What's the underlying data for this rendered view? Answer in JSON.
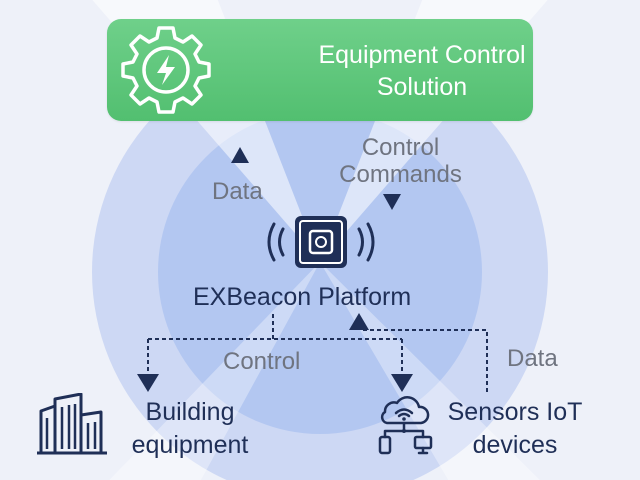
{
  "banner": {
    "title": "Equipment Control Solution",
    "icon": "gear-lightning-icon"
  },
  "labels": {
    "data_up": "Data",
    "control_commands": "Control Commands",
    "platform": "EXBeacon Platform",
    "control": "Control",
    "data_right": "Data"
  },
  "nodes": {
    "building": "Building equipment",
    "sensors": "Sensors IoT devices"
  },
  "icons": {
    "beacon": "beacon-icon",
    "building": "building-icon",
    "cloud": "cloud-wifi-devices-icon"
  },
  "colors": {
    "accent_green": "#52bf70",
    "navy": "#1f2f57",
    "grey_text": "#6f7480",
    "circle_outer": "#cdd8f4",
    "circle_inner": "#b3c7f1"
  }
}
